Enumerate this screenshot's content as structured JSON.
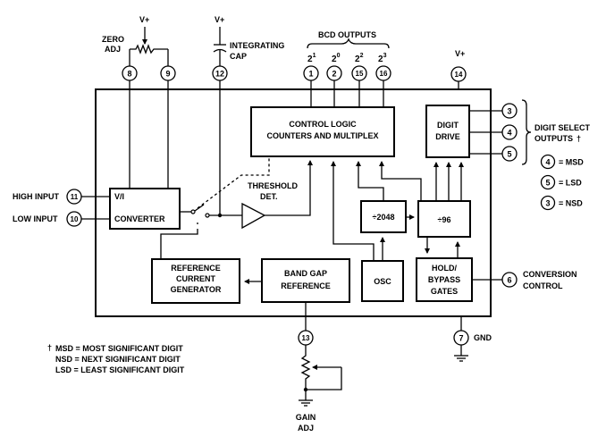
{
  "supply": {
    "vplus_zero": "V+",
    "vplus_cap": "V+",
    "vplus_pin14": "V+"
  },
  "labels": {
    "zero_adj_line1": "ZERO",
    "zero_adj_line2": "ADJ",
    "integrating_line1": "INTEGRATING",
    "integrating_line2": "CAP",
    "bcd_outputs": "BCD OUTPUTS",
    "digit_select_line1": "DIGIT SELECT",
    "digit_select_line2": "OUTPUTS",
    "dagger": "†",
    "high_input": "HIGH INPUT",
    "low_input": "LOW INPUT",
    "conversion_line1": "CONVERSION",
    "conversion_line2": "CONTROL",
    "gnd": "GND",
    "gain_line1": "GAIN",
    "gain_line2": "ADJ",
    "threshold_line1": "THRESHOLD",
    "threshold_line2": "DET."
  },
  "bcd_bits": [
    {
      "base": "2",
      "exp": "1"
    },
    {
      "base": "2",
      "exp": "0"
    },
    {
      "base": "2",
      "exp": "2"
    },
    {
      "base": "2",
      "exp": "3"
    }
  ],
  "pins": {
    "p1": "1",
    "p2": "2",
    "p15": "15",
    "p16": "16",
    "p8": "8",
    "p9": "9",
    "p12": "12",
    "p14": "14",
    "p3": "3",
    "p4": "4",
    "p5": "5",
    "p11": "11",
    "p10": "10",
    "p6": "6",
    "p13": "13",
    "p7": "7"
  },
  "blocks": {
    "control_line1": "CONTROL LOGIC",
    "control_line2": "COUNTERS AND MULTIPLEX",
    "digit_line1": "DIGIT",
    "digit_line2": "DRIVE",
    "converter_vi": "V/I",
    "converter": "CONVERTER",
    "div2048": "÷2048",
    "div96": "÷96",
    "ref_line1": "REFERENCE",
    "ref_line2": "CURRENT",
    "ref_line3": "GENERATOR",
    "bandgap_line1": "BAND GAP",
    "bandgap_line2": "REFERENCE",
    "osc": "OSC",
    "hold_line1": "HOLD/",
    "hold_line2": "BYPASS",
    "hold_line3": "GATES"
  },
  "digit_legend": [
    {
      "pin": "4",
      "text": "= MSD"
    },
    {
      "pin": "5",
      "text": "= LSD"
    },
    {
      "pin": "3",
      "text": "= NSD"
    }
  ],
  "footnote": {
    "line1": "MSD = MOST SIGNIFICANT DIGIT",
    "line2": "NSD = NEXT SIGNIFICANT DIGIT",
    "line3": "LSD = LEAST SIGNIFICANT DIGIT"
  }
}
